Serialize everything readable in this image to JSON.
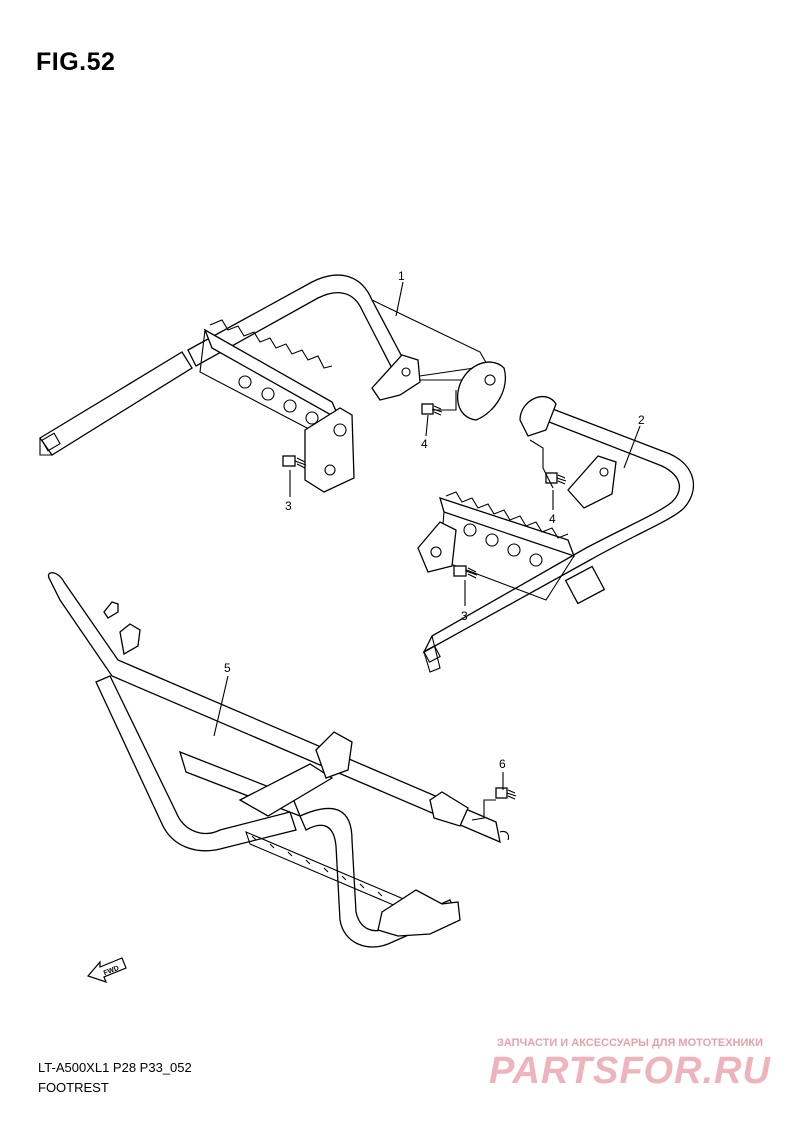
{
  "figure": {
    "title": "FIG.52",
    "model_code": "LT-A500XL1 P28 P33_052",
    "section_name": "FOOTREST"
  },
  "callouts": {
    "c1": "1",
    "c2": "2",
    "c3a": "3",
    "c3b": "3",
    "c4a": "4",
    "c4b": "4",
    "c5": "5",
    "c6": "6"
  },
  "direction_label": "FWD",
  "watermark": {
    "line1": "ЗАПЧАСТИ И АКСЕССУАРЫ ДЛЯ МОТОТЕХНИКИ",
    "line2": "PARTSFOR.RU"
  }
}
